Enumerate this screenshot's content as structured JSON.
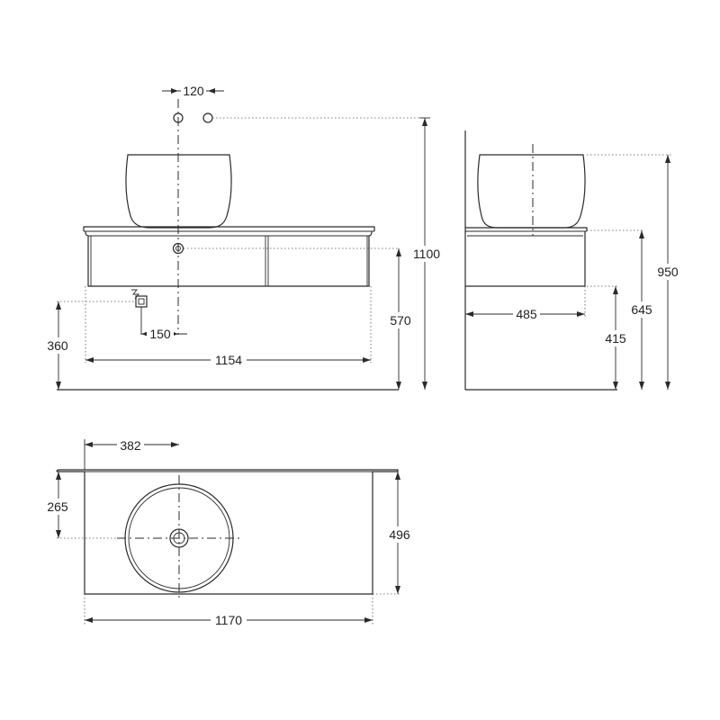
{
  "dimensions": {
    "tap_spacing": "120",
    "total_height": "1100",
    "cabinet_height": "570",
    "waste_height": "360",
    "waste_offset": "150",
    "cabinet_width": "1154",
    "side_depth": "485",
    "side_height_950": "950",
    "side_height_645": "645",
    "side_height_415": "415",
    "top_basin_offset_x": "382",
    "top_basin_offset_y": "265",
    "top_depth": "496",
    "top_width": "1170"
  }
}
